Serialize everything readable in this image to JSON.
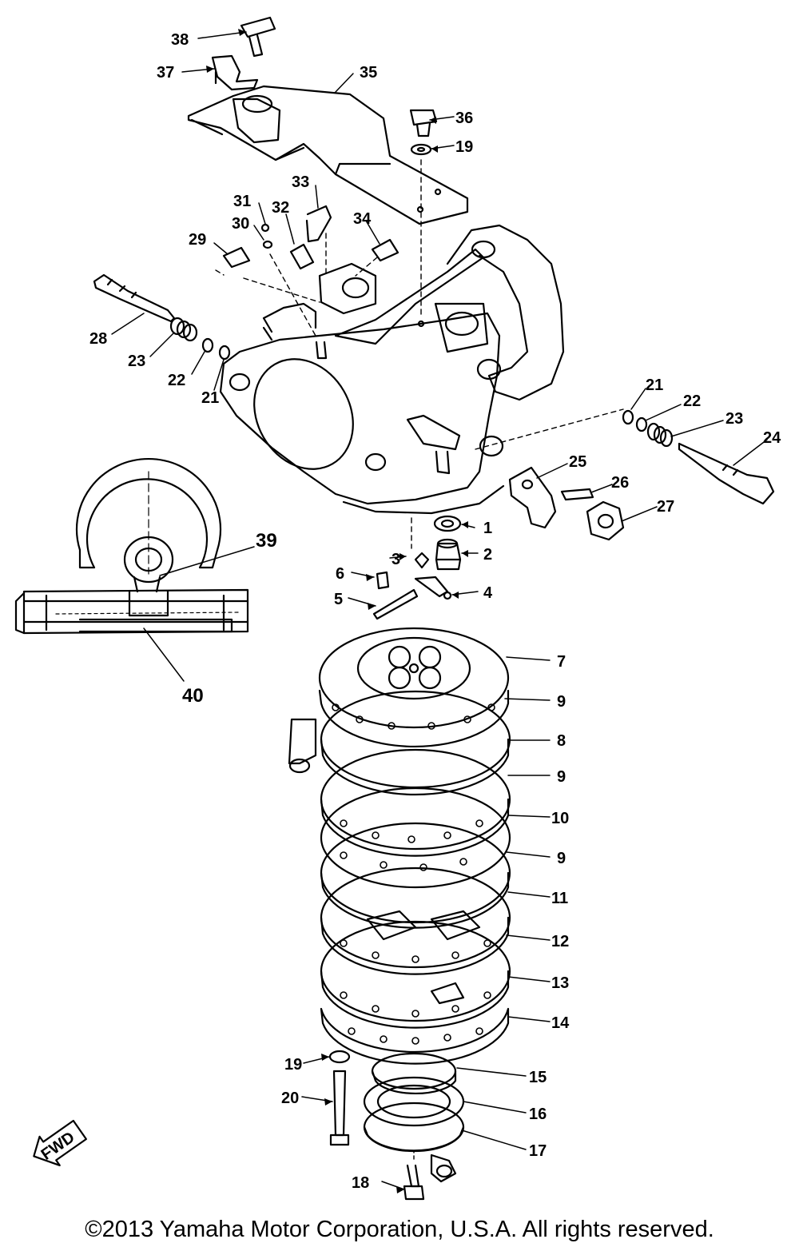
{
  "diagram": {
    "direction_marker": "FWD",
    "callouts": [
      "1",
      "2",
      "3",
      "4",
      "5",
      "6",
      "7",
      "8",
      "9",
      "10",
      "11",
      "12",
      "13",
      "14",
      "15",
      "16",
      "17",
      "18",
      "19",
      "20",
      "21",
      "22",
      "23",
      "24",
      "25",
      "26",
      "27",
      "28",
      "29",
      "30",
      "31",
      "32",
      "33",
      "34",
      "35",
      "36",
      "37",
      "38",
      "39",
      "40"
    ]
  },
  "footer": {
    "copyright": "©2013 Yamaha Motor Corporation, U.S.A. All rights reserved."
  }
}
